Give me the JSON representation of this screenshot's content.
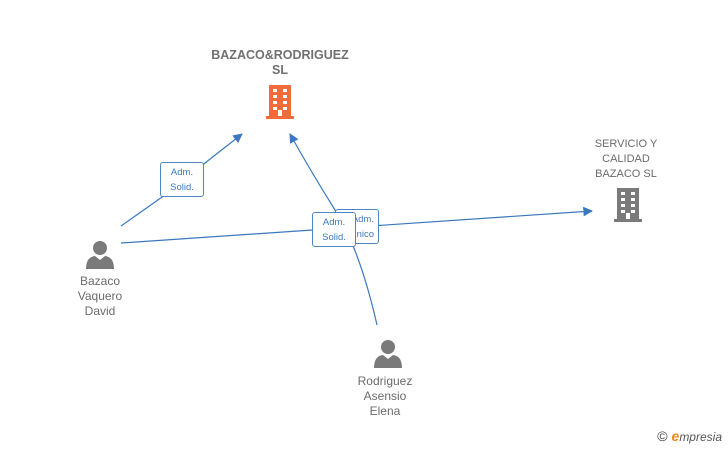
{
  "nodes": {
    "bazaco_rodriguez": {
      "label": "BAZACO&RODRIGUEZ\nSL",
      "icon": "building-icon",
      "color": "#f26b3a"
    },
    "servicio_calidad": {
      "label": "SERVICIO Y\nCALIDAD\nBAZACO  SL",
      "icon": "building-icon",
      "color": "#7a7a7a"
    },
    "bazaco_vaquero": {
      "label": "Bazaco\nVaquero\nDavid",
      "icon": "person-icon",
      "color": "#7a7a7a"
    },
    "rodriguez_asensio": {
      "label": "Rodriguez\nAsensio\nElena",
      "icon": "person-icon",
      "color": "#7a7a7a"
    }
  },
  "edges": {
    "e1": {
      "label": "Adm.\nSolid."
    },
    "e2": {
      "label": "Adm.\nSolid."
    },
    "e3": {
      "label": "Adm.\nnico"
    }
  },
  "colors": {
    "edge": "#3a78bf"
  },
  "brand": {
    "copyright": "©",
    "e": "e",
    "name": "mpresia"
  }
}
